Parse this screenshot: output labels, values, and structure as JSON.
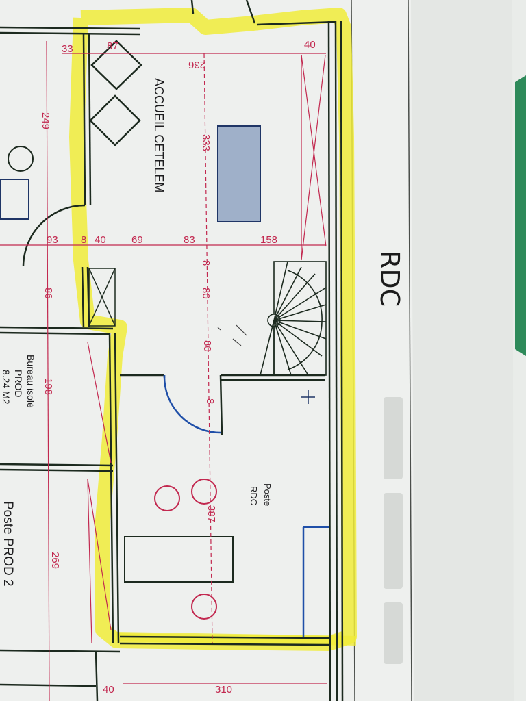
{
  "rooms": {
    "accueil": "ACCUEIL CETELEM",
    "poste_rdc_line1": "Poste",
    "poste_rdc_line2": "RDC",
    "bureau_line1": "Bureau isolé",
    "bureau_line2": "PROD",
    "bureau_line3": "8.24 M2",
    "poste_prod2": "Poste PROD 2"
  },
  "handwritten_note": "RDC",
  "dimensions": {
    "d_33": "33",
    "d_87": "87",
    "d_236": "236",
    "d_40_top": "40",
    "d_249": "249",
    "d_333": "333",
    "d_93": "93",
    "d_8a": "8",
    "d_40_mid": "40",
    "d_69": "69",
    "d_83": "83",
    "d_158": "158",
    "d_86": "86",
    "d_8b": "8",
    "d_80a": "80",
    "d_80b": "80",
    "d_198": "198",
    "d_8c": "8",
    "d_387": "387",
    "d_269": "269",
    "d_40_bottom": "40",
    "d_310": "310"
  },
  "colors": {
    "highlighter": "#f0ec3a",
    "wall": "#1c2a1f",
    "dimension": "#c2284f",
    "door_arc": "#1f4fa8",
    "table_fill": "#9fb0c9",
    "paper": "#eef0ee"
  }
}
